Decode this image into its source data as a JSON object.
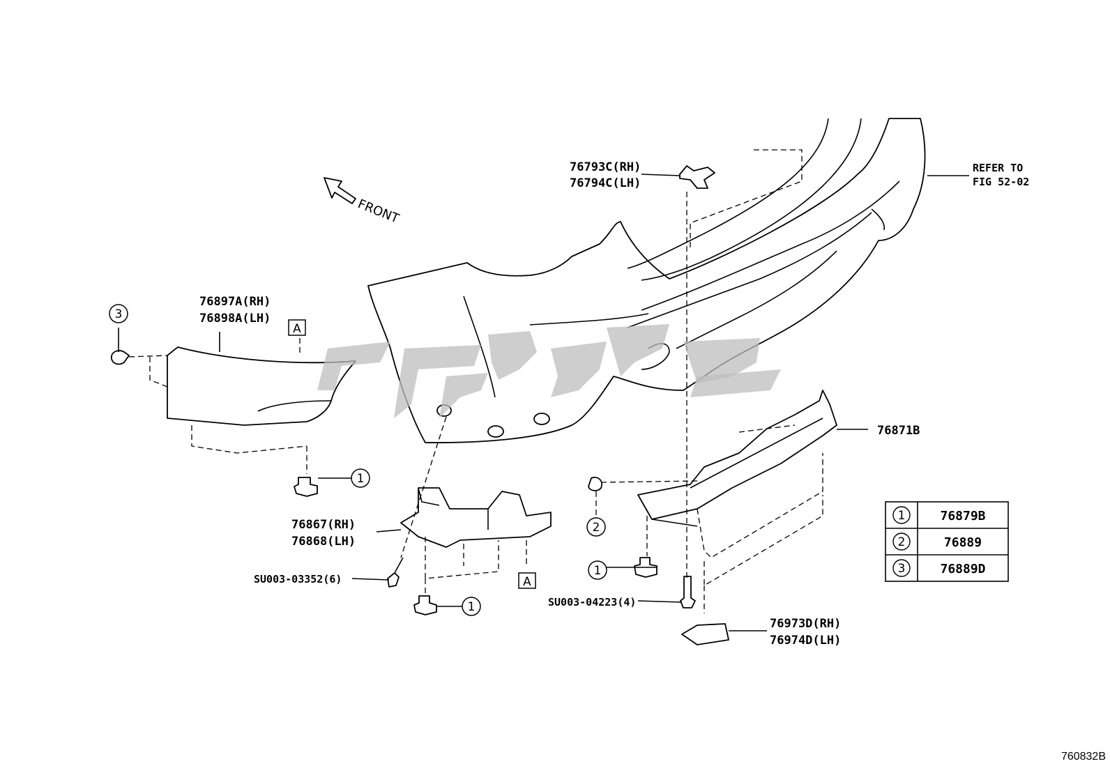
{
  "diagram_id": "760832B",
  "front_label": "FRONT",
  "refer_label": [
    "REFER TO",
    "FIG 52-02"
  ],
  "ref_box_letter": "A",
  "parts": {
    "bracket_upper": [
      "76793C(RH)",
      "76794C(LH)"
    ],
    "extension": [
      "76897A(RH)",
      "76898A(LH)"
    ],
    "retainer_center": [
      "76867(RH)",
      "76868(LH)"
    ],
    "rear_spoiler_rail": "76871B",
    "splash_shield": [
      "76973D(RH)",
      "76974D(LH)"
    ],
    "screw_left": "SU003-03352(6)",
    "screw_right": "SU003-04223(4)"
  },
  "circled_numbers": [
    "1",
    "2",
    "3"
  ],
  "legend_table": [
    {
      "num": "1",
      "part": "76879B"
    },
    {
      "num": "2",
      "part": "76889"
    },
    {
      "num": "3",
      "part": "76889D"
    }
  ]
}
